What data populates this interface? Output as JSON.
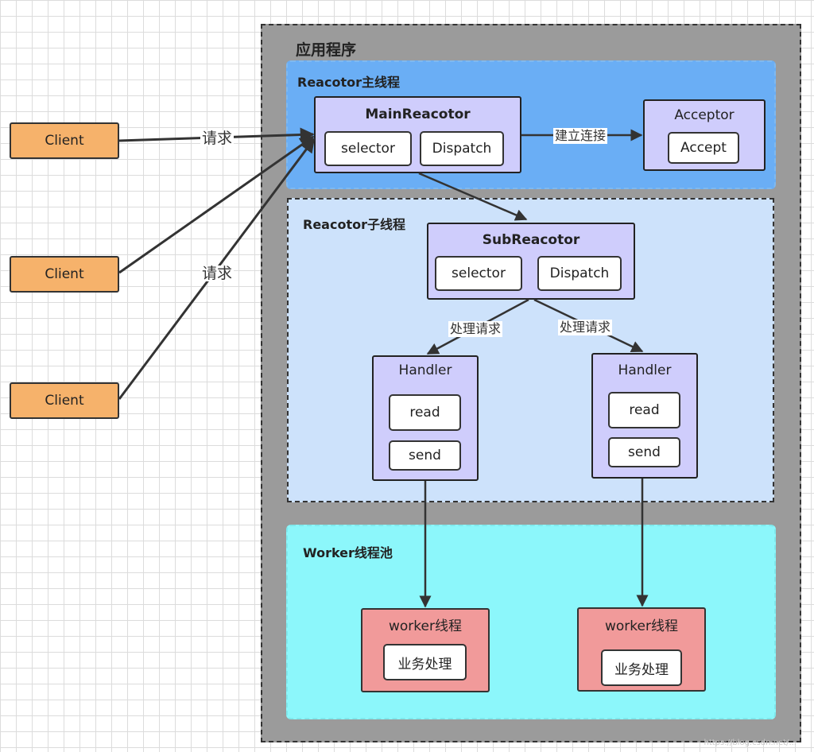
{
  "app_title": "应用程序",
  "main_section": {
    "title": "Reacotor主线程",
    "main_reactor": {
      "title": "MainReacotor",
      "selector": "selector",
      "dispatch": "Dispatch"
    },
    "acceptor": {
      "title": "Acceptor",
      "accept": "Accept"
    }
  },
  "sub_section": {
    "title": "Reacotor子线程",
    "sub_reactor": {
      "title": "SubReacotor",
      "selector": "selector",
      "dispatch": "Dispatch"
    },
    "handlers": [
      {
        "title": "Handler",
        "read": "read",
        "send": "send"
      },
      {
        "title": "Handler",
        "read": "read",
        "send": "send"
      }
    ]
  },
  "worker_section": {
    "title": "Worker线程池",
    "workers": [
      {
        "title": "worker线程",
        "task": "业务处理"
      },
      {
        "title": "worker线程",
        "task": "业务处理"
      }
    ]
  },
  "clients": [
    {
      "label": "Client"
    },
    {
      "label": "Client"
    },
    {
      "label": "Client"
    }
  ],
  "edge_labels": {
    "request_1": "请求",
    "request_2": "请求",
    "connect": "建立连接",
    "handle_1": "处理请求",
    "handle_2": "处理请求"
  },
  "watermark": "https://blog.csdn.net/..."
}
